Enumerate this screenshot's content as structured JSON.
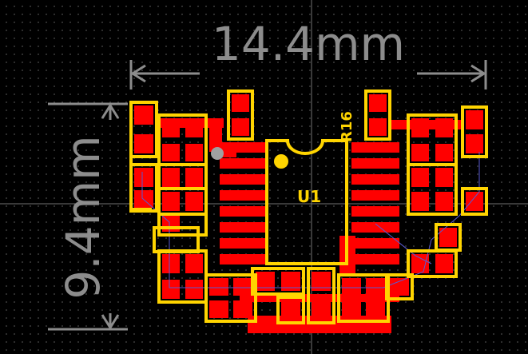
{
  "board": {
    "width_label": "14.4mm",
    "height_label": "9.4mm",
    "component_ref": "U1",
    "resistor_ref": "R16"
  },
  "colors": {
    "background": "#000000",
    "copper": "#ff0000",
    "silkscreen": "#ffd400",
    "dimension": "#8c8c8c",
    "ratsnest": "#5a5ad2"
  }
}
